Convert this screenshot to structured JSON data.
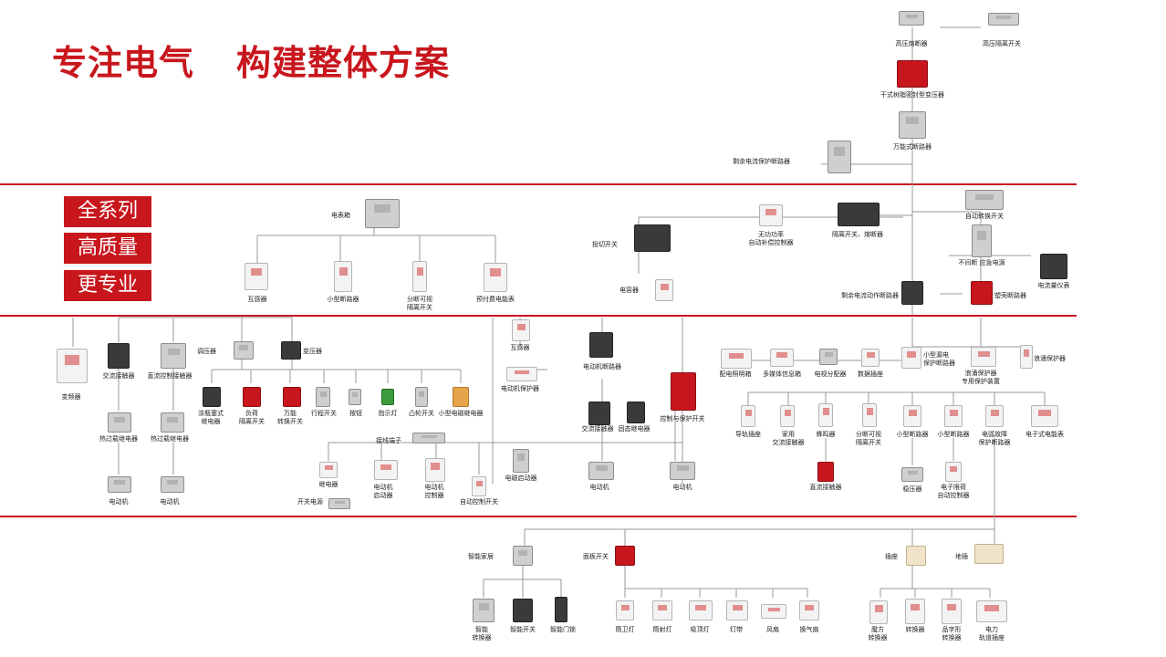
{
  "title": {
    "part1": "专注电气",
    "part2": "构建整体方案"
  },
  "tags": [
    "全系列",
    "高质量",
    "更专业"
  ],
  "colors": {
    "brand": "#c8161d",
    "line": "#9a9a9a",
    "device": "#d8d8d8"
  },
  "labels": {
    "hv_fuse": "高压熔断器",
    "hv_switch": "高压隔离开关",
    "transformer": "干式树脂密封型变压器",
    "acb": "万能式断路器",
    "rcbo": "剩余电流保护断路器",
    "meter_box": "电表箱",
    "ct": "互感器",
    "mcb": "小型断路器",
    "isolator_display": "分断可视\n隔离开关",
    "prepaid_meter": "预付费电能表",
    "switch_cap": "投切开关",
    "capacitor": "电容器",
    "reactive": "无功功率\n自动补偿控制器",
    "iso_fuse": "隔离开关、熔断器",
    "ats": "自动转换开关",
    "ups": "不间断 应急电源",
    "meter_instr": "电流量仪表",
    "rcd_breaker": "剩余电流动作断路器",
    "plastic_breaker": "塑壳断路器",
    "vfd": "变频器",
    "ac_contactor": "交流接触器",
    "dc_contactor": "直流控制接触器",
    "thermal1": "热过载继电器",
    "thermal2": "热过载继电器",
    "motor1": "电动机",
    "motor2": "电动机",
    "regulator": "调压器",
    "transformer2": "变压器",
    "relay_mod": "涂瓶塞式\n继电器",
    "load_switch": "负荷\n隔离开关",
    "universal_switch": "万能\n转换开关",
    "travel_switch": "行程开关",
    "button": "按钮",
    "indicator": "指示灯",
    "cam_switch": "凸轮开关",
    "mini_relay": "小型电磁继电器",
    "terminal": "接线端子",
    "relay": "继电器",
    "switch_psu": "开关电源",
    "motor_starter": "电动机\n启动器",
    "motor_ctrl": "电动机\n控制器",
    "auto_switch": "自动控制开关",
    "mag_starter": "电磁启动器",
    "ct2": "互感器",
    "motor_protect": "电动机保护器",
    "motor_breaker": "电动机断路器",
    "ac_contactor2": "交流接触器",
    "ssr": "固态继电器",
    "motor3": "电动机",
    "cps": "控制与保护开关",
    "motor4": "电动机",
    "dist_box": "配电照明箱",
    "media_box": "多媒体信息箱",
    "tv_splitter": "电视分配器",
    "data_socket": "数据插座",
    "small_leak": "小型漏电\n保护断路器",
    "surge_dev": "浪涌保护器\n专用保护装置",
    "surge": "浪涌保护器",
    "rail_socket": "导轨插座",
    "home_contactor": "家用\n交流接触器",
    "buzzer": "蜂鸣器",
    "isolator2": "分断可视\n隔离开关",
    "mcb2": "小型断路器",
    "mcb3": "小型断路器",
    "arc_breaker": "电弧故障\n保护断路器",
    "e_meter": "电子式电能表",
    "dc_contactor2": "直流接触器",
    "stabilizer": "稳压器",
    "timer": "电子限荷\n自动控制器",
    "smart_home": "智能家居",
    "panel_switch": "面板开关",
    "socket": "插座",
    "floor_socket": "地插",
    "smart_conv": "智能\n转换器",
    "smart_switch": "智能开关",
    "smart_lock": "智能门锁",
    "bath_lamp": "筒卫灯",
    "spot": "筒射灯",
    "ceiling": "吸顶灯",
    "strip": "灯带",
    "fan": "风扇",
    "exhaust": "换气扇",
    "cube": "魔方\n转换器",
    "converter": "转换器",
    "pin_conv": "品字形\n转换器",
    "track": "电力\n轨道插座"
  }
}
